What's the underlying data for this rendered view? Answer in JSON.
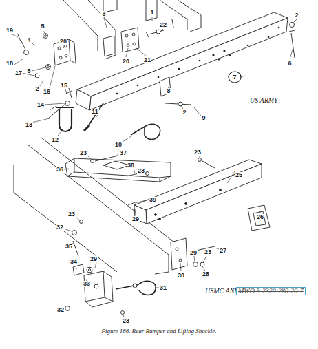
{
  "diagram": {
    "caption": "Figure 188. Rear Bumper and Lifting Shackle.",
    "labels": [
      "3",
      "1",
      "2",
      "19",
      "5",
      "22",
      "4",
      "20",
      "20",
      "21",
      "18",
      "17",
      "5",
      "6",
      "7",
      "2",
      "16",
      "15",
      "8",
      "US ARMY",
      "14",
      "11",
      "2",
      "9",
      "13",
      "12",
      "10",
      "23",
      "37",
      "23",
      "38",
      "23",
      "36",
      "25",
      "39",
      "23",
      "29",
      "26",
      "32",
      "35",
      "27",
      "29",
      "23",
      "29",
      "34",
      "30",
      "28",
      "33",
      "31",
      "USMC AND",
      "MWO 9-2320-280-20-7",
      "32",
      "23"
    ]
  }
}
